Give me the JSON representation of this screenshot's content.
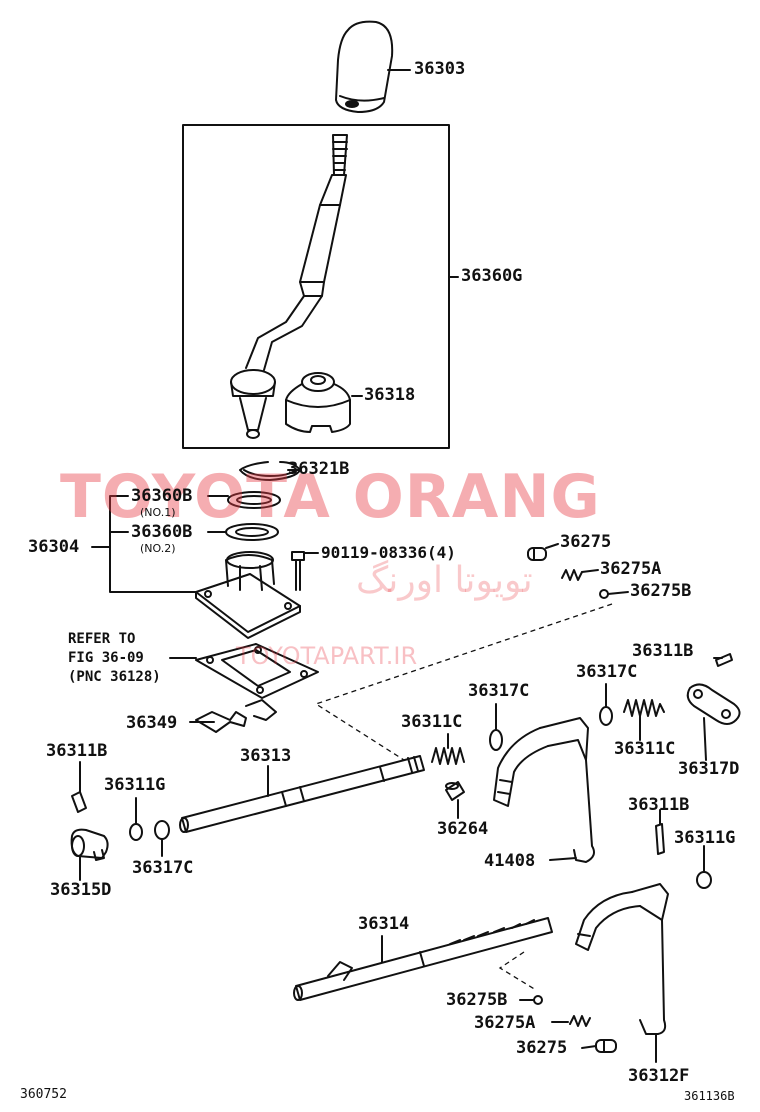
{
  "diagram": {
    "watermark": {
      "brand": "TOYOTA ORANG",
      "brand_fa": "تویوتا اورنگ",
      "url": "TOYOTAPART.IR"
    },
    "parts": {
      "p36303": "36303",
      "p36360G": "36360G",
      "p36318": "36318",
      "p36321B": "36321B",
      "p36360B_1": "36360B",
      "p36360B_1_note": "(NO.1)",
      "p36360B_2": "36360B",
      "p36360B_2_note": "(NO.2)",
      "p36304": "36304",
      "p90119": "90119-08336(4)",
      "p36275_top": "36275",
      "p36275A_top": "36275A",
      "p36275B_top": "36275B",
      "p36311B_right": "36311B",
      "p36317C_mid": "36317C",
      "p36317C_right": "36317C",
      "p36311C_mid": "36311C",
      "p36311C_right": "36311C",
      "p36317D": "36317D",
      "p36349": "36349",
      "p36313": "36313",
      "p36311B_left": "36311B",
      "p36311G_left": "36311G",
      "p36317C_left": "36317C",
      "p36315D": "36315D",
      "p36264": "36264",
      "p41408": "41408",
      "p36311B_lower": "36311B",
      "p36311G_right": "36311G",
      "p36314": "36314",
      "p36275B_bottom": "36275B",
      "p36275A_bottom": "36275A",
      "p36275_bottom": "36275",
      "p36312F": "36312F"
    },
    "reference_note": {
      "line1": "REFER TO",
      "line2": "FIG 36-09",
      "line3": "(PNC 36128)"
    },
    "footer": {
      "left_code": "360752",
      "right_code": "361136B"
    }
  }
}
